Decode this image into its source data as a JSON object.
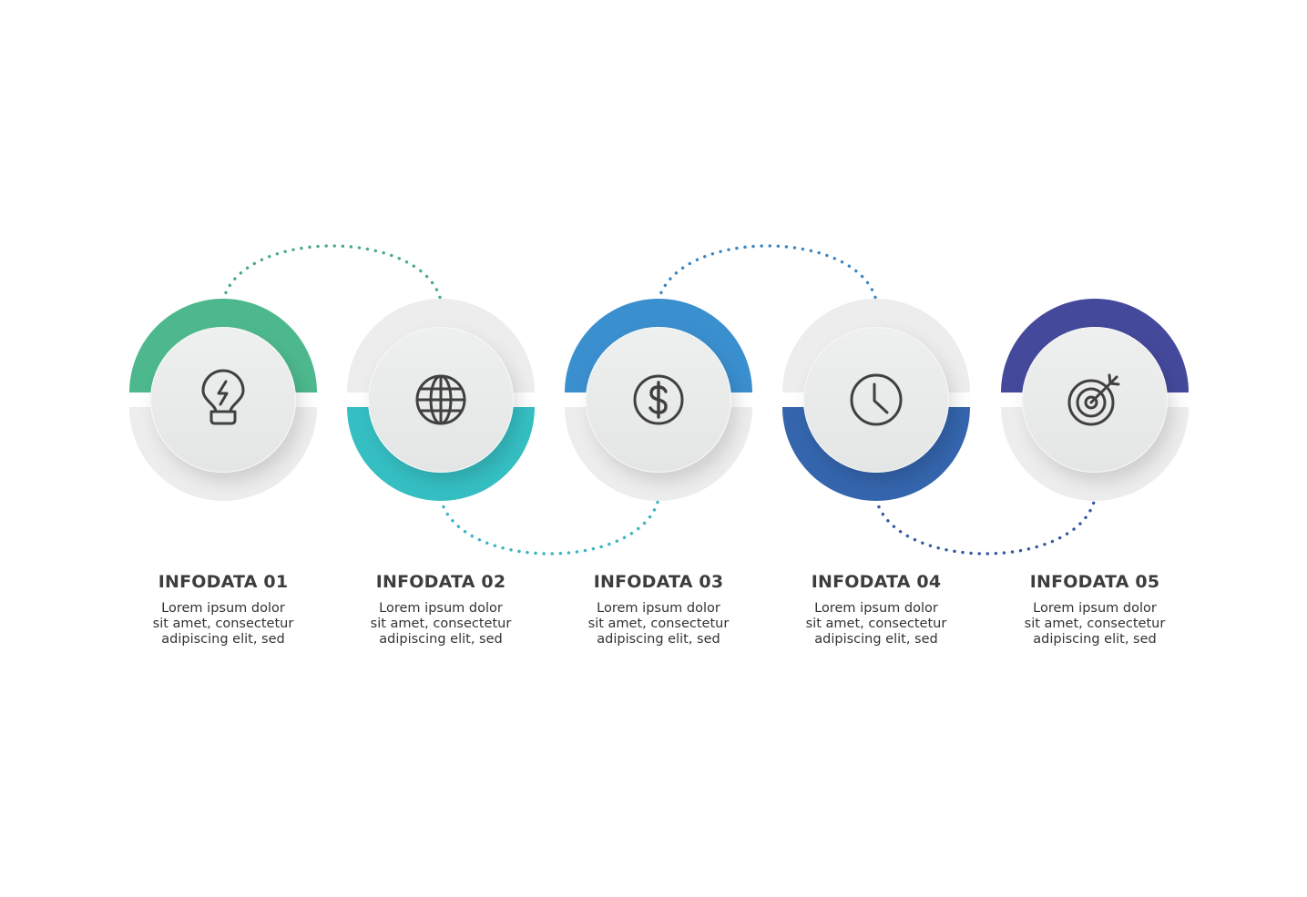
{
  "steps": [
    {
      "title": "INFODATA 01",
      "lines": [
        "Lorem ipsum dolor",
        "sit amet, consectetur",
        "adipiscing elit, sed"
      ],
      "icon": "lightbulb-icon",
      "color": "#4db88e",
      "arc": "top"
    },
    {
      "title": "INFODATA 02",
      "lines": [
        "Lorem ipsum dolor",
        "sit amet, consectetur",
        "adipiscing elit, sed"
      ],
      "icon": "globe-icon",
      "color": "#35bfc3",
      "arc": "bottom"
    },
    {
      "title": "INFODATA 03",
      "lines": [
        "Lorem ipsum dolor",
        "sit amet, consectetur",
        "adipiscing elit, sed"
      ],
      "icon": "dollar-icon",
      "color": "#3a8fcf",
      "arc": "top"
    },
    {
      "title": "INFODATA 04",
      "lines": [
        "Lorem ipsum dolor",
        "sit amet, consectetur",
        "adipiscing elit, sed"
      ],
      "icon": "clock-icon",
      "color": "#3465ad",
      "arc": "bottom"
    },
    {
      "title": "INFODATA 05",
      "lines": [
        "Lorem ipsum dolor",
        "sit amet, consectetur",
        "adipiscing elit, sed"
      ],
      "icon": "target-icon",
      "color": "#44499b",
      "arc": "top"
    }
  ],
  "connectors": [
    {
      "from": 0,
      "to": 1,
      "side": "top",
      "color": "#4aa891"
    },
    {
      "from": 1,
      "to": 2,
      "side": "bottom",
      "color": "#39b4c0"
    },
    {
      "from": 2,
      "to": 3,
      "side": "top",
      "color": "#3b86c2"
    },
    {
      "from": 3,
      "to": 4,
      "side": "bottom",
      "color": "#3458a2"
    }
  ]
}
